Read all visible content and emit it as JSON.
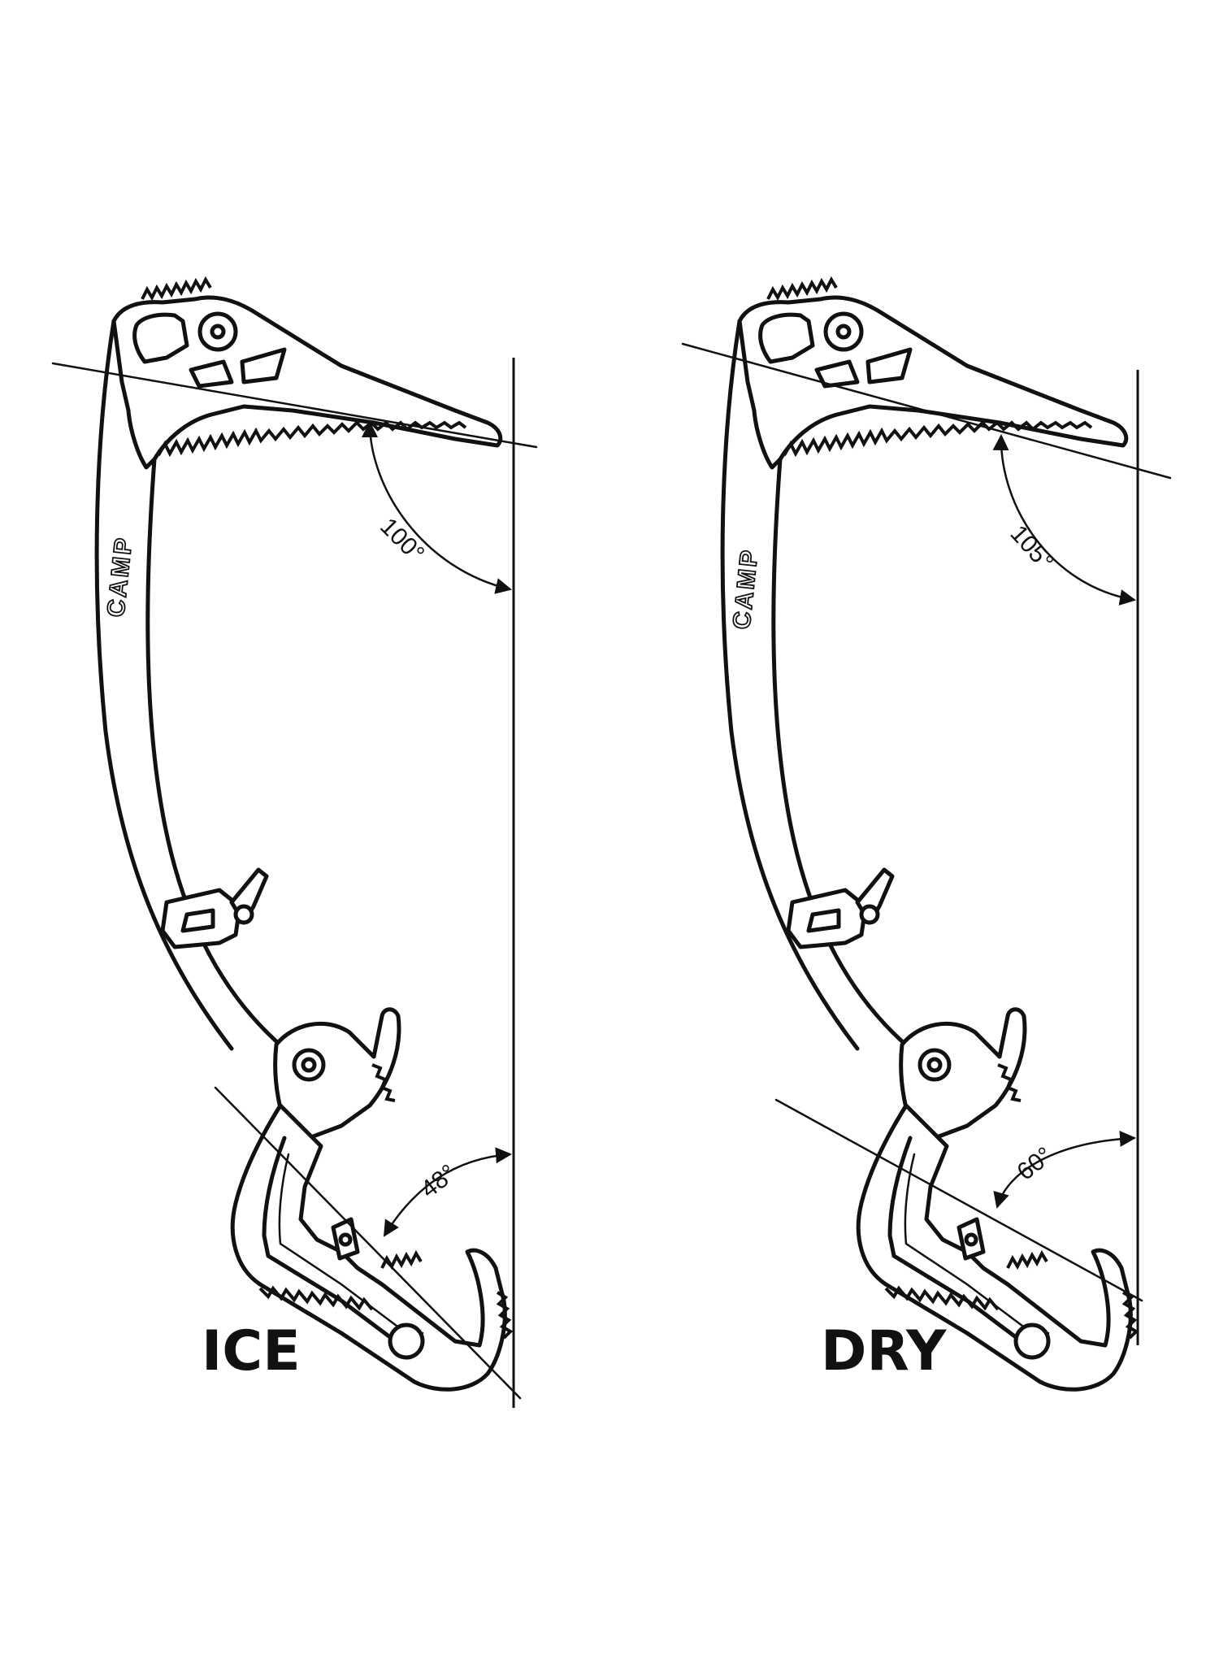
{
  "diagram": {
    "brand": "CAMP",
    "tools": [
      {
        "label": "ICE",
        "pick_angle": "100°",
        "grip_angle": "48°"
      },
      {
        "label": "DRY",
        "pick_angle": "105°",
        "grip_angle": "60°"
      }
    ]
  }
}
